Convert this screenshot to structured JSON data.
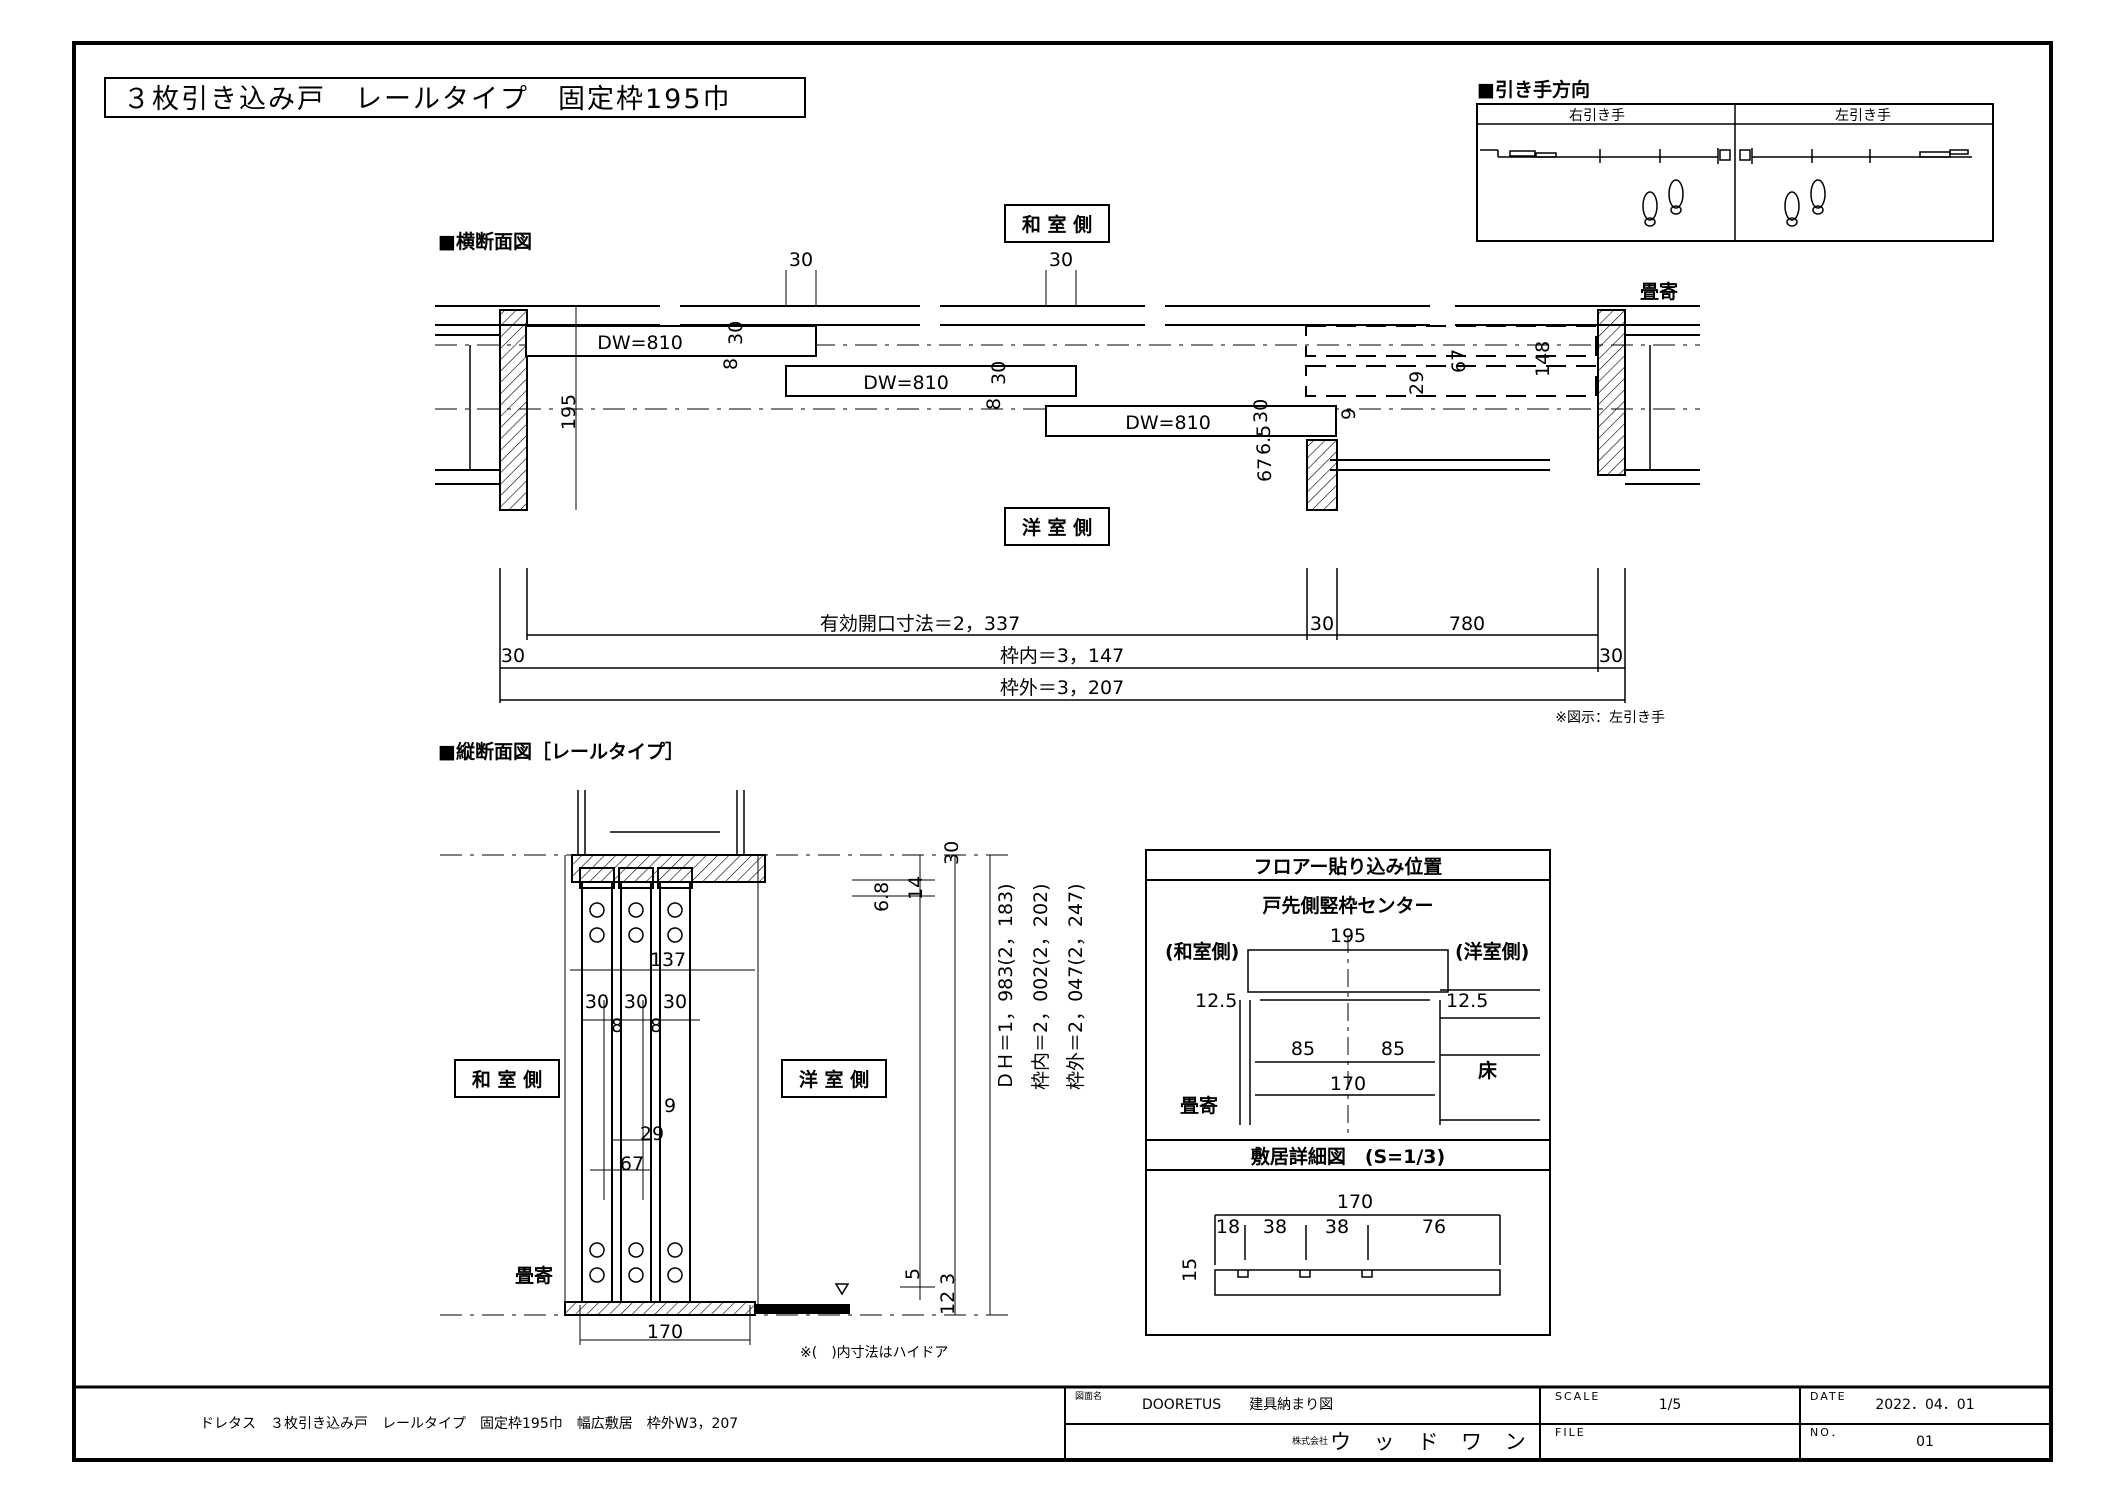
{
  "title": "３枚引き込み戸　レールタイプ　固定枠195巾",
  "pull_direction": {
    "heading": "■引き手方向",
    "right": "右引き手",
    "left": "左引き手"
  },
  "horizontal_section": {
    "heading": "■横断面図",
    "washitsu": "和 室 側",
    "youshitsu": "洋 室 側",
    "tatamiyose": "畳寄",
    "dw": "DW=810",
    "dims": {
      "d30": "30",
      "d195": "195",
      "d8": "8",
      "d67": "67",
      "d65": "6.5",
      "d9": "9",
      "d29": "29",
      "d148": "148",
      "d780": "780",
      "effective": "有効開口寸法＝2，337",
      "inner": "枠内＝3，147",
      "outer": "枠外＝3，207"
    },
    "note": "※図示：左引き手"
  },
  "vertical_section": {
    "heading": "■縦断面図［レールタイプ］",
    "washitsu": "和 室 側",
    "youshitsu": "洋 室 側",
    "tatamiyose": "畳寄",
    "dims": {
      "d137": "137",
      "d30": "30",
      "d8": "8",
      "d9": "9",
      "d29": "29",
      "d67": "67",
      "d170": "170",
      "d68": "6.8",
      "d14": "14",
      "d5": "5",
      "d3": "3",
      "d12": "12",
      "dh": "ＤＨ＝1，983(2，183)",
      "waku_in": "枠内＝2，002(2，202)",
      "waku_out": "枠外＝2，047(2，247)"
    },
    "note": "※(　)内寸法はハイドア"
  },
  "floor_box": {
    "title": "フロアー貼り込み位置",
    "subtitle": "戸先側竪枠センター",
    "washitsu": "(和室側)",
    "youshitsu": "(洋室側)",
    "d195": "195",
    "d125": "12.5",
    "d85": "85",
    "d170": "170",
    "yuka": "床",
    "tatamiyose": "畳寄",
    "shikii_title": "敷居詳細図　(S=1/3)",
    "s170": "170",
    "s18": "18",
    "s38": "38",
    "s76": "76",
    "s15": "15"
  },
  "title_block": {
    "description": "ドレタス　３枚引き込み戸　レールタイプ　固定枠195巾　幅広敷居　枠外W3，207",
    "drawing_label": "図面名",
    "drawing_name": "DOORETUS　　建具納まり図",
    "company_label": "株式会社",
    "company": "ウ ッ ド ワ ン",
    "scale_label": "SCALE",
    "scale": "1/5",
    "file_label": "FILE",
    "date_label": "DATE",
    "date": "2022．04．01",
    "no_label": "NO．",
    "no": "01"
  }
}
